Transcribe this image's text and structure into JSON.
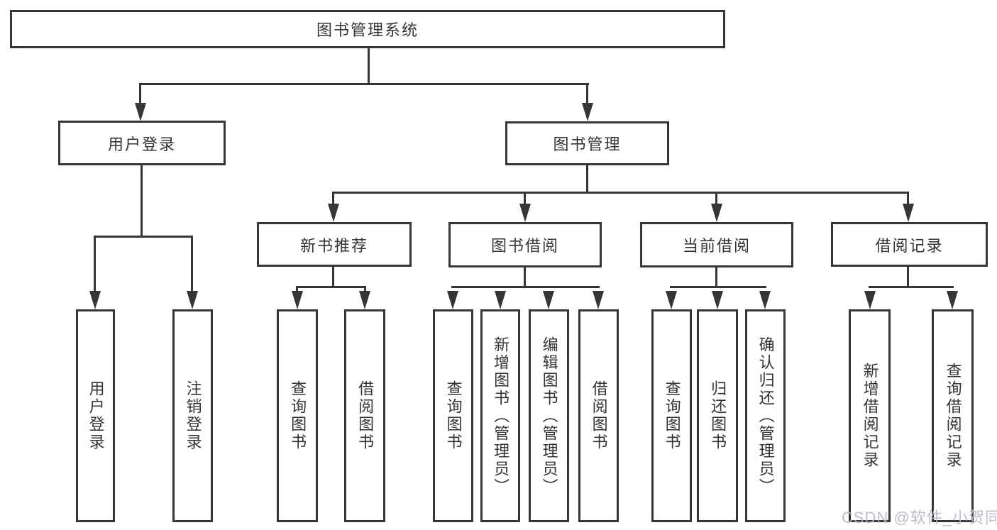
{
  "diagram": {
    "type": "hierarchy",
    "line_color": "#363636",
    "text_color": "#333333",
    "background": "#ffffff",
    "root": {
      "label": "图书管理系统"
    },
    "level2": [
      {
        "id": "user-login",
        "label": "用户登录",
        "parent": "图书管理系统"
      },
      {
        "id": "book-management",
        "label": "图书管理",
        "parent": "图书管理系统"
      }
    ],
    "level3": [
      {
        "id": "new-book-recommend",
        "label": "新书推荐",
        "parent": "图书管理"
      },
      {
        "id": "book-borrow",
        "label": "图书借阅",
        "parent": "图书管理"
      },
      {
        "id": "current-borrow",
        "label": "当前借阅",
        "parent": "图书管理"
      },
      {
        "id": "borrow-record",
        "label": "借阅记录",
        "parent": "图书管理"
      }
    ],
    "leaves": [
      {
        "id": "leaf-user-login",
        "label": "用户登录",
        "parent": "用户登录"
      },
      {
        "id": "leaf-logout",
        "label": "注销登录",
        "parent": "用户登录"
      },
      {
        "id": "leaf-query-book-recommend",
        "label": "查询图书",
        "parent": "新书推荐"
      },
      {
        "id": "leaf-borrow-book-recommend",
        "label": "借阅图书",
        "parent": "新书推荐"
      },
      {
        "id": "leaf-query-book-borrow",
        "label": "查询图书",
        "parent": "图书借阅"
      },
      {
        "id": "leaf-add-book-admin",
        "label": "新增图书（管理员）",
        "parent": "图书借阅"
      },
      {
        "id": "leaf-edit-book-admin",
        "label": "编辑图书（管理员）",
        "parent": "图书借阅"
      },
      {
        "id": "leaf-borrow-book",
        "label": "借阅图书",
        "parent": "图书借阅"
      },
      {
        "id": "leaf-query-book-current",
        "label": "查询图书",
        "parent": "当前借阅"
      },
      {
        "id": "leaf-return-book",
        "label": "归还图书",
        "parent": "当前借阅"
      },
      {
        "id": "leaf-confirm-return-admin",
        "label": "确认归还（管理员）",
        "parent": "当前借阅"
      },
      {
        "id": "leaf-add-borrow-record",
        "label": "新增借阅记录",
        "parent": "借阅记录"
      },
      {
        "id": "leaf-query-borrow-record",
        "label": "查询借阅记录",
        "parent": "借阅记录"
      }
    ]
  },
  "watermark": {
    "text": "CSDN @软件_小贺同学",
    "color": "#b3b7c4"
  }
}
